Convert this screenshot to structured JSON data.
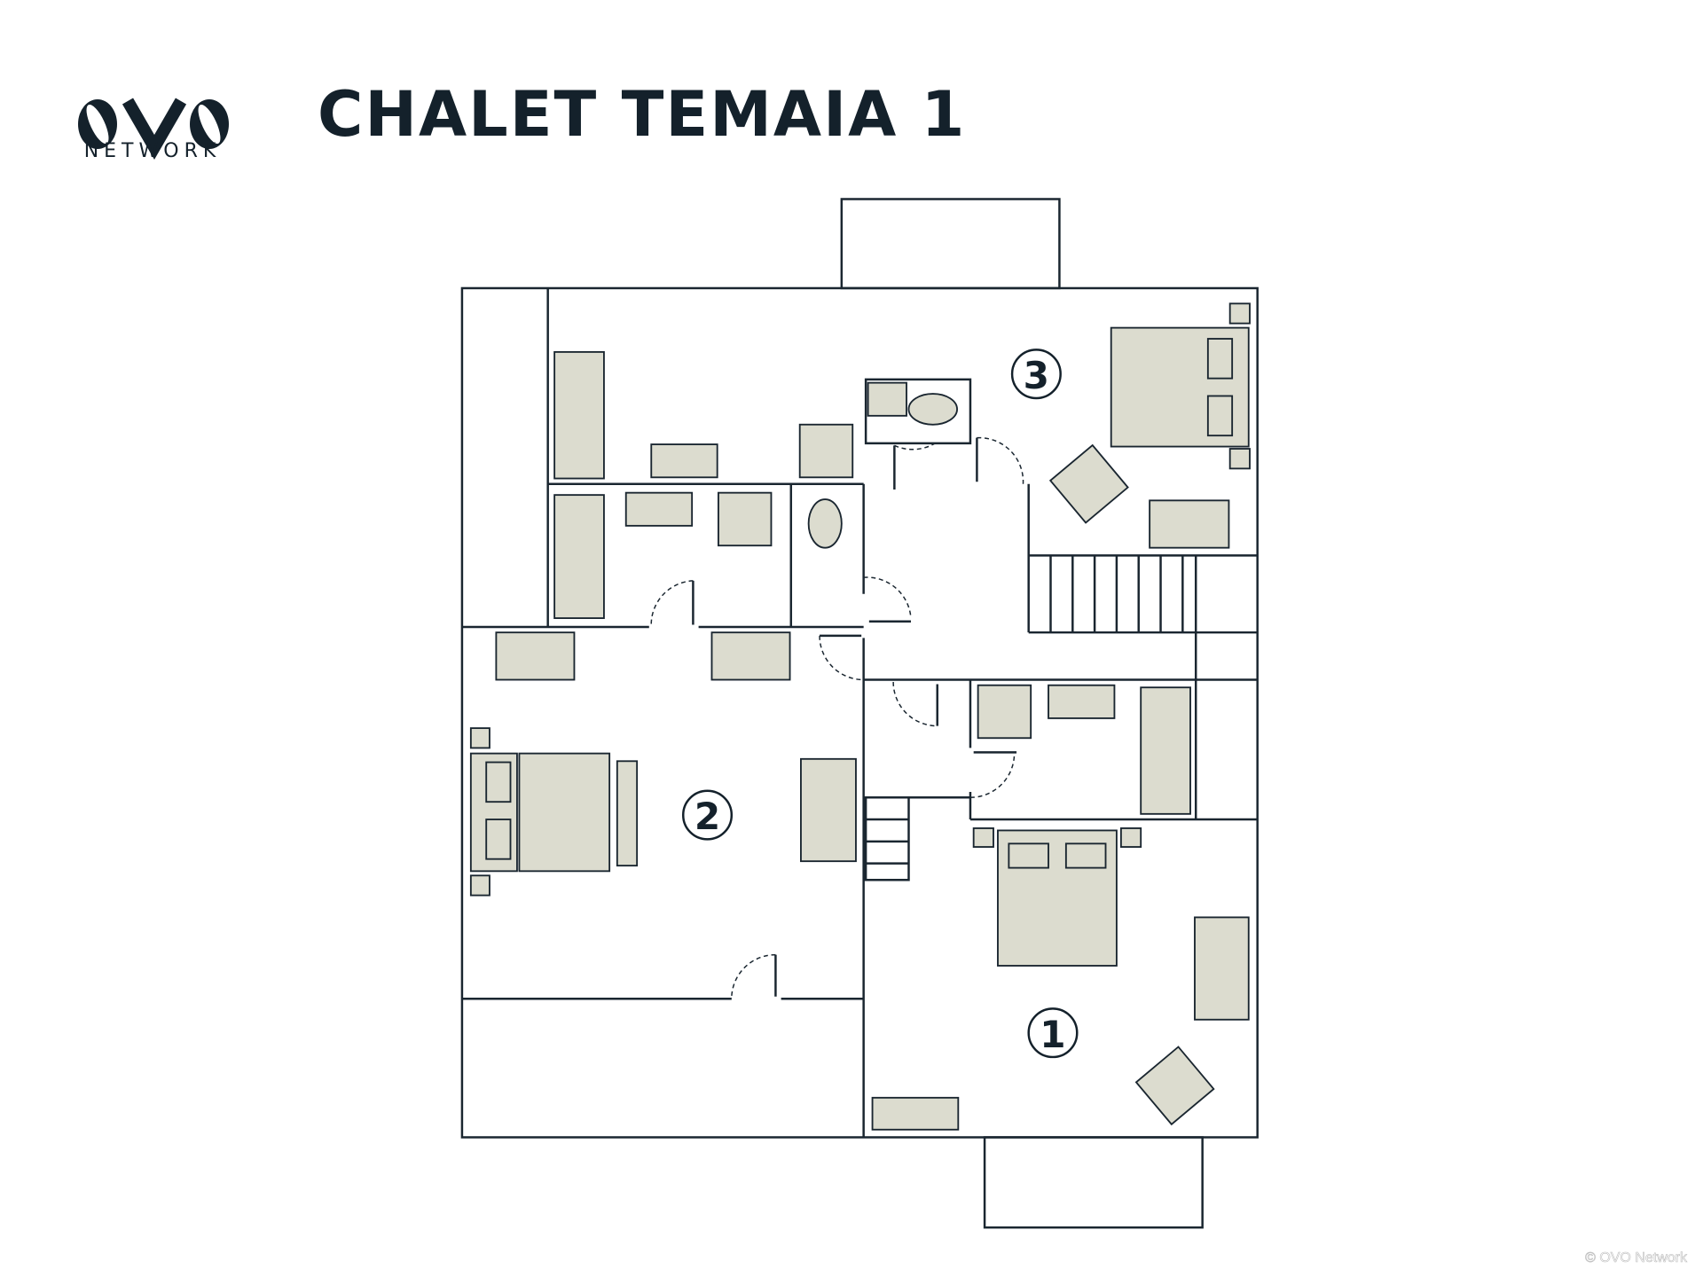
{
  "logo": {
    "mark": "OVO",
    "text": "NETWORK"
  },
  "title": "CHALET TEMAIA 1",
  "rooms": [
    {
      "label": "1"
    },
    {
      "label": "2"
    },
    {
      "label": "3"
    }
  ],
  "copyright": "© OVO Network",
  "colors": {
    "ink": "#14212b",
    "furniture": "#dcdccf"
  }
}
